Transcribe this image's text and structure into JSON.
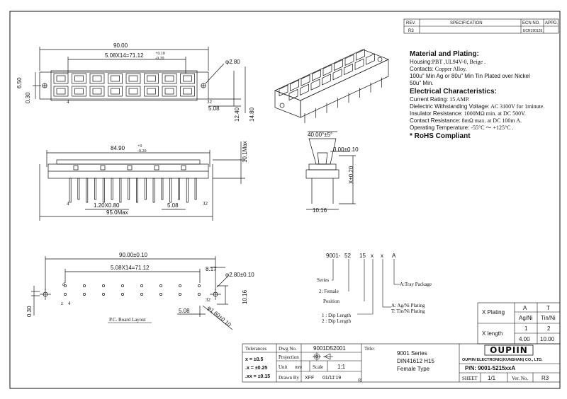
{
  "revision_table": {
    "headers": [
      "REV.",
      "SPECIFICATION",
      "ECN NO.",
      "APPD."
    ],
    "row": [
      "R3",
      "",
      "ECR190126",
      ""
    ]
  },
  "spec": {
    "material_title": "Material and Plating:",
    "housing_label": "Housing:",
    "housing_value": "PBT ,UL94V-0, Beige .",
    "contacts_label": "Contacts:",
    "contacts_value": "Copper Alloy.",
    "plating_line1": "100u\" Min Ag or 80u\" Min Tin Plated over Nickel",
    "plating_line2": "50u\" Min.",
    "electrical_title": "Electrical Characteristics:",
    "current_label": "Current Rating:",
    "current_value": "15 AMP.",
    "dielectric_label": "Dielectric Withstanding Voltage:",
    "dielectric_value": "AC 3100V for 1minute.",
    "insulation_label": "Insulator Resistance:",
    "insulation_value": "1000MΩ min. at DC 500V.",
    "contact_res_label": "Contact Resistance:",
    "contact_res_value": "8mΩ max. at DC 100m A.",
    "temp_label": "Operating Temperature:",
    "temp_value": "-55°C ～ +125°C .",
    "rohs": "* RoHS Compliant"
  },
  "top_view": {
    "overall": "90.00",
    "pitch": "5.08X14=71.12",
    "pitch_tol_up": "+0.10",
    "pitch_tol_dn": "-0.20",
    "hole": "φ2.80",
    "height": "6.50",
    "offset": "0.30",
    "pin_first": "4",
    "pin_last": "32",
    "dim_508": "5.08",
    "dim_1240": "12.40",
    "dim_1480": "14.80"
  },
  "front_view": {
    "width": "84.90",
    "width_tol_up": "+0",
    "width_tol_dn": "-0.20",
    "height_max": "10.1Max",
    "pin_first": "4",
    "pin_last": "32",
    "pitch_x": "1.20X0.80",
    "dim_508": "5.08",
    "overall_max": "95.0Max"
  },
  "side_view": {
    "angle": "40.00°±5°",
    "width": "3.00±0.10",
    "length": "X±0.20",
    "base": "10.16"
  },
  "pcb_layout": {
    "overall": "90.00±0.10",
    "pitch": "5.08X14=71.12",
    "dim_817": "8.17",
    "hole": "φ2.80±0.10",
    "dim_1016": "10.16",
    "offset": "0.30",
    "pin_d": "d",
    "pin_z": "z",
    "pin_4": "4",
    "pin_32": "32",
    "dim_508": "5.08",
    "pin_hole": "φ1.60±0.10",
    "caption": "P.C. Board Layout"
  },
  "part_code": {
    "parts": [
      "9001-",
      "52",
      "15",
      "x",
      "x",
      "A"
    ],
    "series": "Series",
    "female": "2: Female",
    "position": "Position",
    "dip1": "1 : Dip Length",
    "dip2": "2 : Dip Length",
    "plating_a": "A: Ag/Ni Plating",
    "plating_t": "T: Tin/Ni Plating",
    "tray": "A:Tray  Package"
  },
  "options_table": {
    "col_a": "A",
    "col_t": "T",
    "plating_label": "X  Plating",
    "plating_a": "Ag/Ni",
    "plating_t": "Tin/Ni",
    "length_label": "X  length",
    "len_a1": "1",
    "len_t1": "2",
    "len_a2": "4.00",
    "len_t2": "10.00"
  },
  "title_block": {
    "tolerances": "Tolerances",
    "tol_x": "x  = ±0.5",
    "tol_xx": ".x  = ±0.25",
    "tol_xxx": ".xx  = ±0.15",
    "dwg_label": "Dwg No.",
    "dwg_no": "9001D52001",
    "projection": "Projection",
    "unit_label": "Unit",
    "unit": "mm",
    "scale_label": "Scale",
    "scale": "1:1",
    "drawn_label": "Drawn By",
    "drawn_by": "XFF",
    "date": "01/11'19",
    "title_label": "Title:",
    "title1": "9001  Series",
    "title2": "DIN41612  H15",
    "title3": "Female  Type",
    "logo": "OUPIIN",
    "company": "OUPIIN ELECTRONIC(KUNSHAN) CO., LTD.",
    "pn": "P/N: 9001-5215xxA",
    "sheet_label": "SHEET",
    "sheet": "1/1",
    "ver_label": "Ver. No.",
    "ver": "R3",
    "registered": "®"
  }
}
